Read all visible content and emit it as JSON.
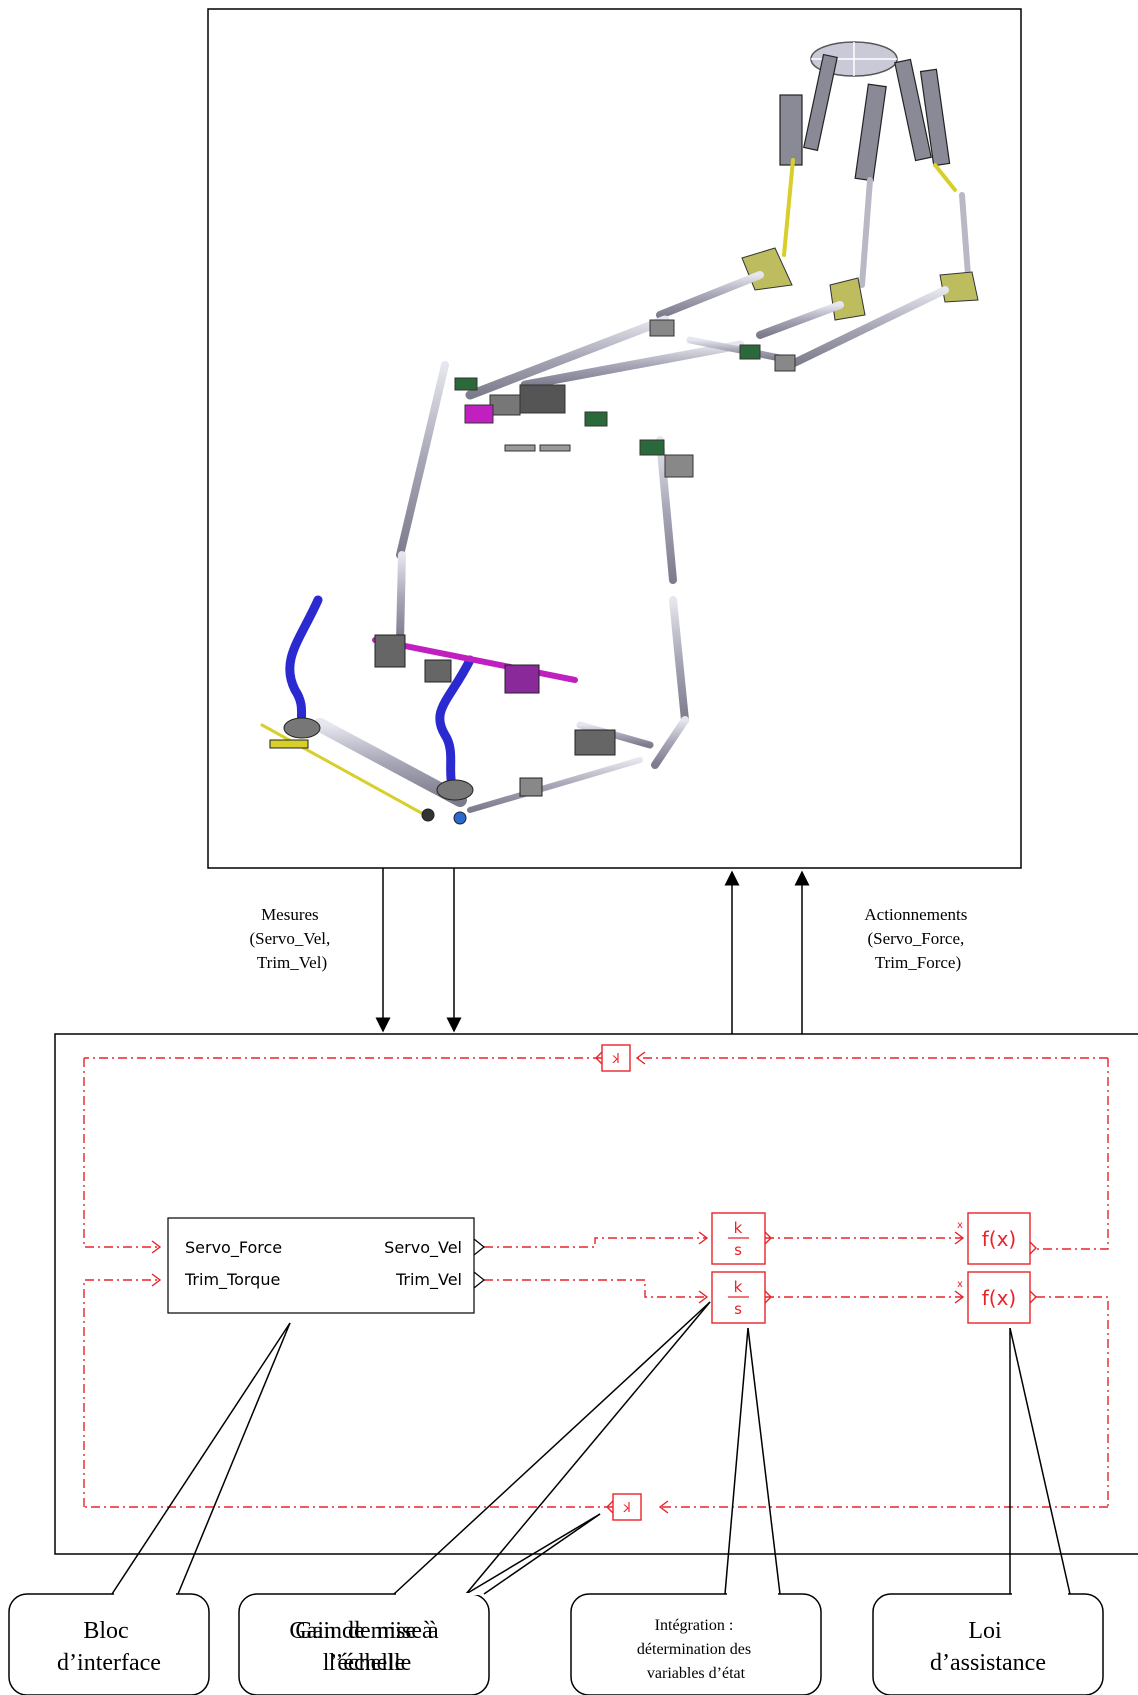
{
  "signals": {
    "mesures": [
      "Mesures",
      "(Servo_Vel,",
      "Trim_Vel)"
    ],
    "actionnements": [
      "Actionnements",
      "(Servo_Force,",
      "Trim_Force)"
    ]
  },
  "interface_block": {
    "in_top": "Servo_Force",
    "in_bottom": "Trim_Torque",
    "out_top": "Servo_Vel",
    "out_bottom": "Trim_Vel"
  },
  "blocks": {
    "gain": "k",
    "integrator_num": "k",
    "integrator_den": "s",
    "function": "f(x)",
    "function_input": "x"
  },
  "callouts": {
    "bloc": [
      "Bloc",
      "d’interface"
    ],
    "gain_overlay_a": [
      "Gain de mise à",
      "l’échelle"
    ],
    "gain_overlay_b": [
      "Gain de mise à",
      "l’échelle"
    ],
    "integration": [
      "Intégration :",
      "détermination des",
      "variables d’état"
    ],
    "loi": [
      "Loi",
      "d’assistance"
    ]
  },
  "colors": {
    "signal": "#e8232a",
    "frame": "#000000",
    "cad_rod": "#b9b9c6",
    "cad_yellow": "#d8cf2a",
    "cad_blue": "#2a2ad0",
    "cad_magenta": "#c020c0",
    "cad_dark": "#3a3a3a"
  }
}
